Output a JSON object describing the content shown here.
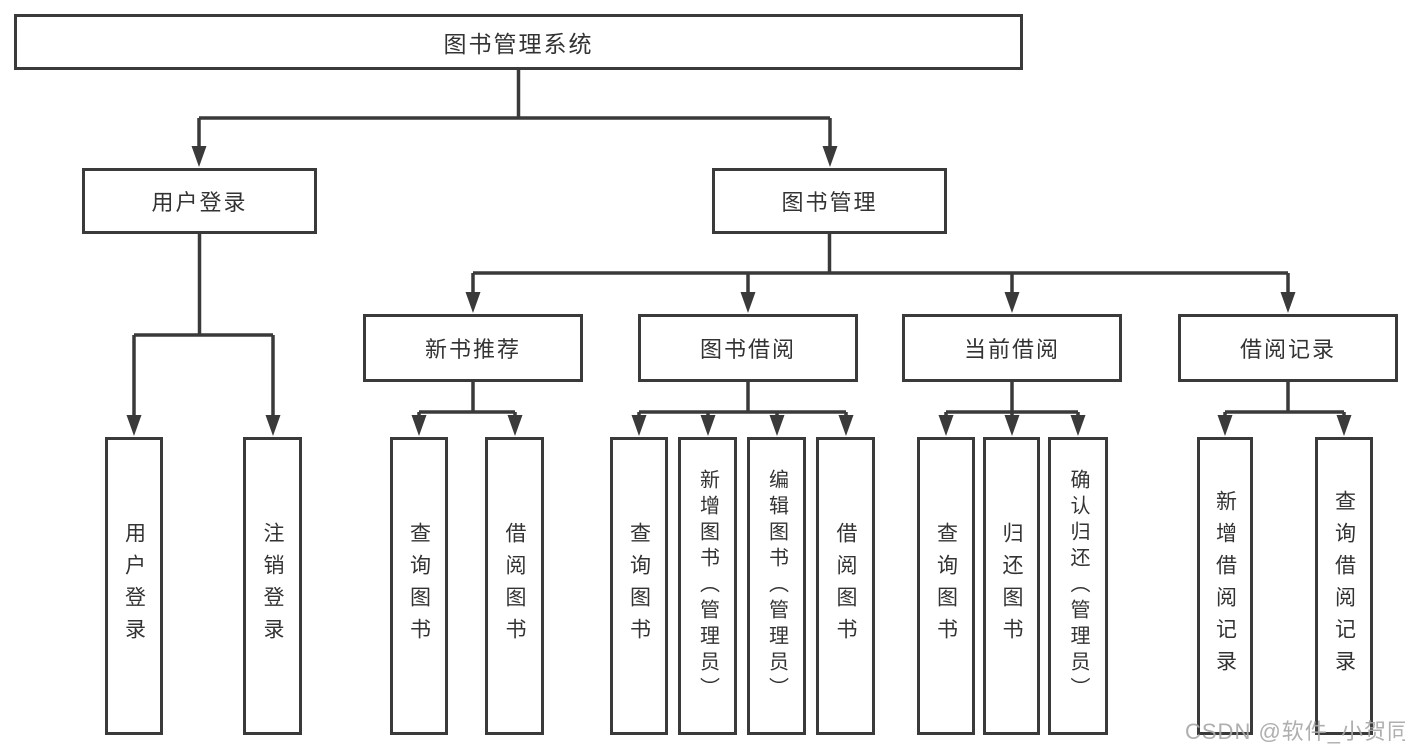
{
  "colors": {
    "line": "#3a3a3a",
    "text": "#333333",
    "watermark": "#a8a8a8",
    "background": "#ffffff"
  },
  "nodes": {
    "root": "图书管理系统",
    "user_login": "用户登录",
    "book_mgmt": "图书管理",
    "new_book_rec": "新书推荐",
    "book_borrow": "图书借阅",
    "current_borrow": "当前借阅",
    "borrow_records": "借阅记录",
    "leaf_user_login": "用户登录",
    "leaf_logout": "注销登录",
    "nbr_query_books": "查询图书",
    "nbr_borrow_books": "借阅图书",
    "bb_query_books": "查询图书",
    "bb_add_books": "新增图书（管理员）",
    "bb_edit_books": "编辑图书（管理员）",
    "bb_borrow_books": "借阅图书",
    "cb_query_books": "查询图书",
    "cb_return_books": "归还图书",
    "cb_confirm_return": "确认归还（管理员）",
    "br_add_record": "新增借阅记录",
    "br_query_record": "查询借阅记录"
  },
  "watermark": "CSDN @软件_小贺同学"
}
